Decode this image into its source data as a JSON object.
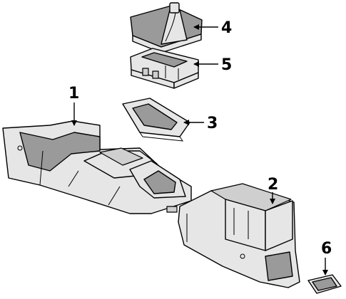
{
  "callouts": [
    {
      "id": "1",
      "label": "1"
    },
    {
      "id": "2",
      "label": "2"
    },
    {
      "id": "3",
      "label": "3"
    },
    {
      "id": "4",
      "label": "4"
    },
    {
      "id": "5",
      "label": "5"
    },
    {
      "id": "6",
      "label": "6"
    }
  ],
  "colors": {
    "line": "#000000",
    "fill_light": "#e6e6e6",
    "fill_dark": "#9a9a9a",
    "background": "#ffffff"
  }
}
